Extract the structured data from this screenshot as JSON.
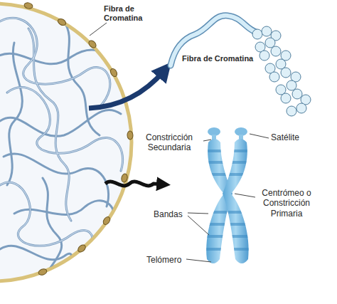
{
  "diagram": {
    "labels": [
      "Fibra de Cromatina",
      "Fibra de Cromatina",
      "Constricción Secundaria",
      "Satélite",
      "Centrómeo o Constricción Primaria",
      "Bandas",
      "Telómero"
    ]
  }
}
